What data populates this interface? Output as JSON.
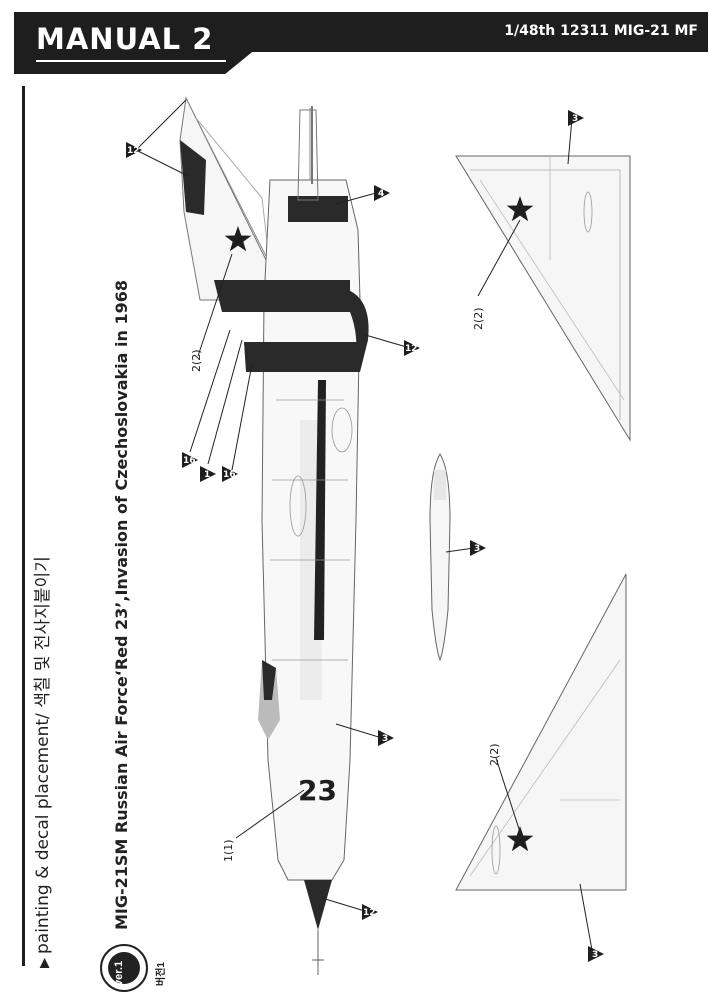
{
  "header": {
    "title": "MANUAL 2",
    "model": "1/48th 12311 MIG-21 MF"
  },
  "section_label": "painting & decal placement/ 색칠 및 전사지붙이기",
  "scheme_title": "MIG-21SM Russian Air Force‘Red 23’,Invasion of Czechoslovakia in 1968",
  "version": {
    "badge": "ver.1",
    "korean": "버전1"
  },
  "aircraft": {
    "side_number": "23"
  },
  "callouts": {
    "c3": "3",
    "c4": "4",
    "c12": "12",
    "c16": "16",
    "c1": "1",
    "c2_2": "2(2)",
    "c1_1": "1(1)"
  },
  "colors": {
    "ink": "#1e1e1e",
    "stripe": "#2a2a2a",
    "outline": "#666666",
    "shade": "#dcdcdc"
  }
}
